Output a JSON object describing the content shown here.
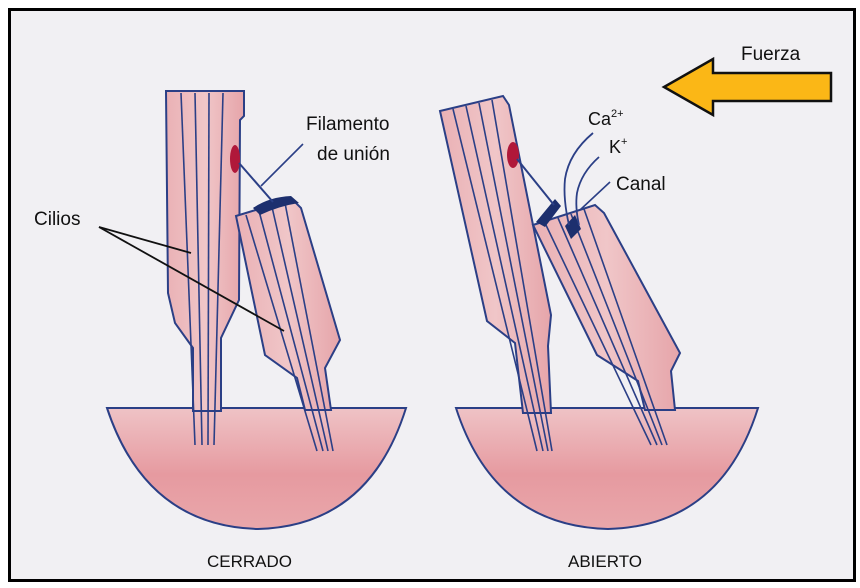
{
  "labels": {
    "force": "Fuerza",
    "filament_line1": "Filamento",
    "filament_line2": "de unión",
    "cilia": "Cilios",
    "calcium": "Ca",
    "calcium_sup": "2+",
    "potassium": "K",
    "potassium_sup": "+",
    "channel": "Canal",
    "closed": "CERRADO",
    "open": "ABIERTO"
  },
  "colors": {
    "tissue_fill": "#e9a3a8",
    "stroke": "#2b3f86",
    "tip_dot": "#b0183a",
    "arrow_fill": "#fbb716",
    "background": "#f1f0f3"
  }
}
